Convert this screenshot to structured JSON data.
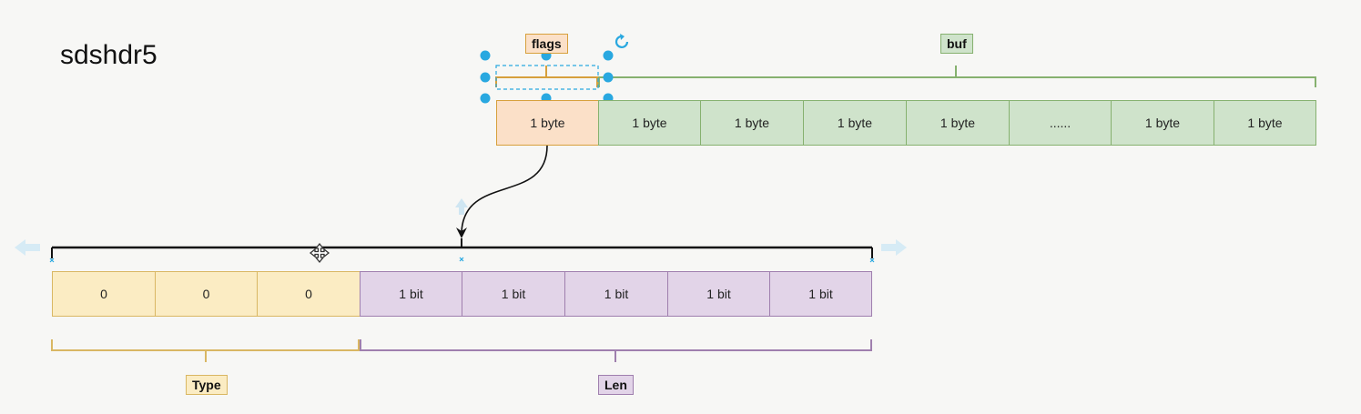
{
  "diagram": {
    "title": "sdshdr5",
    "labels": {
      "flags": "flags",
      "buf": "buf",
      "type": "Type",
      "len": "Len"
    },
    "bytes_row": [
      {
        "text": "1 byte",
        "group": "flags"
      },
      {
        "text": "1 byte",
        "group": "buf"
      },
      {
        "text": "1 byte",
        "group": "buf"
      },
      {
        "text": "1 byte",
        "group": "buf"
      },
      {
        "text": "1 byte",
        "group": "buf"
      },
      {
        "text": "......",
        "group": "buf"
      },
      {
        "text": "1 byte",
        "group": "buf"
      },
      {
        "text": "1 byte",
        "group": "buf"
      }
    ],
    "bits_row": [
      {
        "text": "0",
        "group": "type"
      },
      {
        "text": "0",
        "group": "type"
      },
      {
        "text": "0",
        "group": "type"
      },
      {
        "text": "1 bit",
        "group": "len"
      },
      {
        "text": "1 bit",
        "group": "len"
      },
      {
        "text": "1 bit",
        "group": "len"
      },
      {
        "text": "1 bit",
        "group": "len"
      },
      {
        "text": "1 bit",
        "group": "len"
      }
    ],
    "colors": {
      "flags_fill": "#fbe0c8",
      "flags_stroke": "#d7a03c",
      "buf_fill": "#cfe3cb",
      "buf_stroke": "#86b16f",
      "type_fill": "#fbecc3",
      "type_stroke": "#d9b763",
      "len_fill": "#e2d4e8",
      "len_stroke": "#9f7fae",
      "selection": "#29a8e0"
    },
    "icons": [
      "rotate-icon",
      "move-cursor-icon",
      "arrow-left-icon",
      "arrow-right-icon",
      "arrow-up-icon"
    ]
  }
}
